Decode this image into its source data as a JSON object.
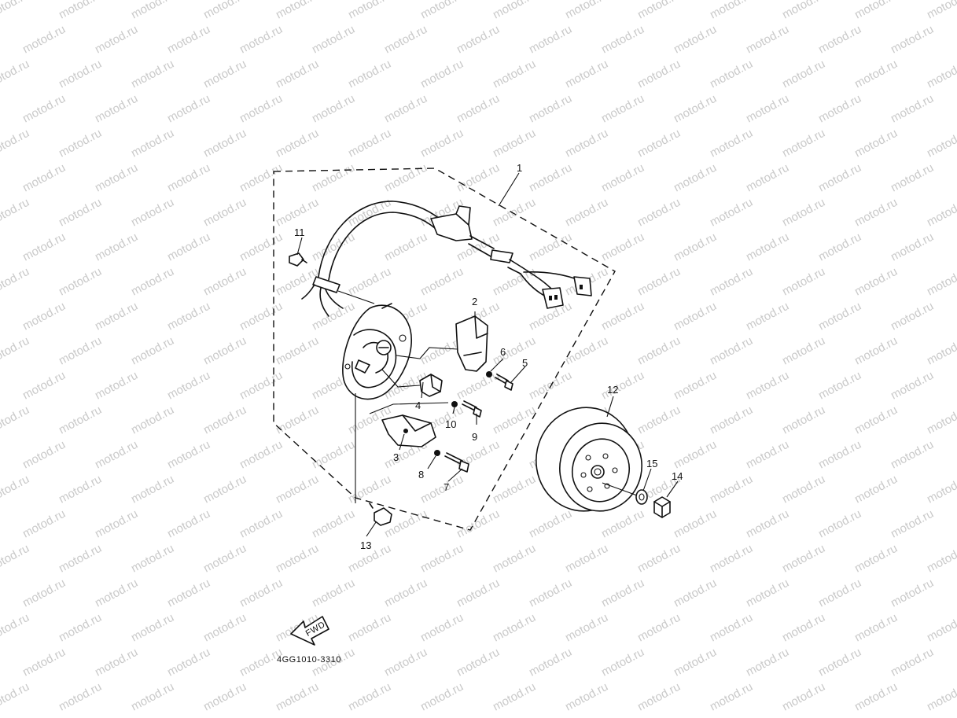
{
  "watermark": {
    "text": "motod.ru",
    "color": "#c9c9c9"
  },
  "diagram_code": "4GG1010-3310",
  "fwd_text": "FWD",
  "parts": [
    {
      "id": "1"
    },
    {
      "id": "2"
    },
    {
      "id": "3"
    },
    {
      "id": "4"
    },
    {
      "id": "5"
    },
    {
      "id": "6"
    },
    {
      "id": "7"
    },
    {
      "id": "8"
    },
    {
      "id": "9"
    },
    {
      "id": "10"
    },
    {
      "id": "11"
    },
    {
      "id": "12"
    },
    {
      "id": "13"
    },
    {
      "id": "14"
    },
    {
      "id": "15"
    }
  ]
}
